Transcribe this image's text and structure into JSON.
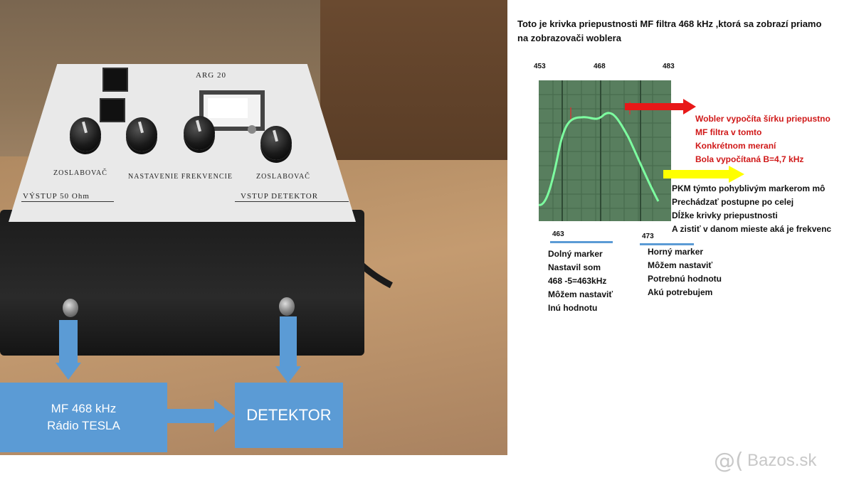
{
  "photo": {
    "device": {
      "panel_title": "ARG 20",
      "labels": {
        "zoslabovac_left": "ZOSLABOVAČ",
        "nastavenie": "NASTAVENIE FREKVENCIE",
        "zoslabovac_right": "ZOSLABOVAČ",
        "vystup": "VÝSTUP 50 Ohm",
        "vstup": "VSTUP DETEKTOR"
      }
    },
    "box_radio": {
      "line1": "MF 468 kHz",
      "line2": "Rádio  TESLA"
    },
    "box_detektor": "DETEKTOR"
  },
  "heading": {
    "line1": "Toto je krivka priepustnosti MF filtra 468 kHz ,ktorá  sa zobrazí  priamo",
    "line2": "na zobrazovači  woblera"
  },
  "scope": {
    "freq_top": [
      "453",
      "468",
      "483"
    ],
    "freq_bottom": [
      "463",
      "473"
    ]
  },
  "red_annotation": [
    "Wobler vypočíta šírku priepustno",
    "MF filtra v tomto",
    "Konkrétnom meraní",
    "Bola vypočítaná B=4,7 kHz"
  ],
  "yellow_annotation": [
    "PKM  týmto pohyblivým markerom mô",
    "Prechádzať postupne po celej",
    "Dĺžke krivky priepustnosti",
    "A zistiť v danom mieste aká je frekvenc"
  ],
  "lower_marker": [
    "Dolný marker",
    "Nastavil som",
    "468 -5=463kHz",
    "Môžem nastaviť",
    "Inú hodnotu"
  ],
  "upper_marker": [
    "Horný marker",
    "Môžem nastaviť",
    "Potrebnú hodnotu",
    "Akú potrebujem"
  ],
  "watermark": "Bazos.sk",
  "colors": {
    "arrow_blue": "#5b9bd5",
    "annotation_red": "#d01818",
    "arrow_yellow": "#ffff00",
    "scope_green": "#587e5e",
    "trace": "#7dffa0"
  }
}
